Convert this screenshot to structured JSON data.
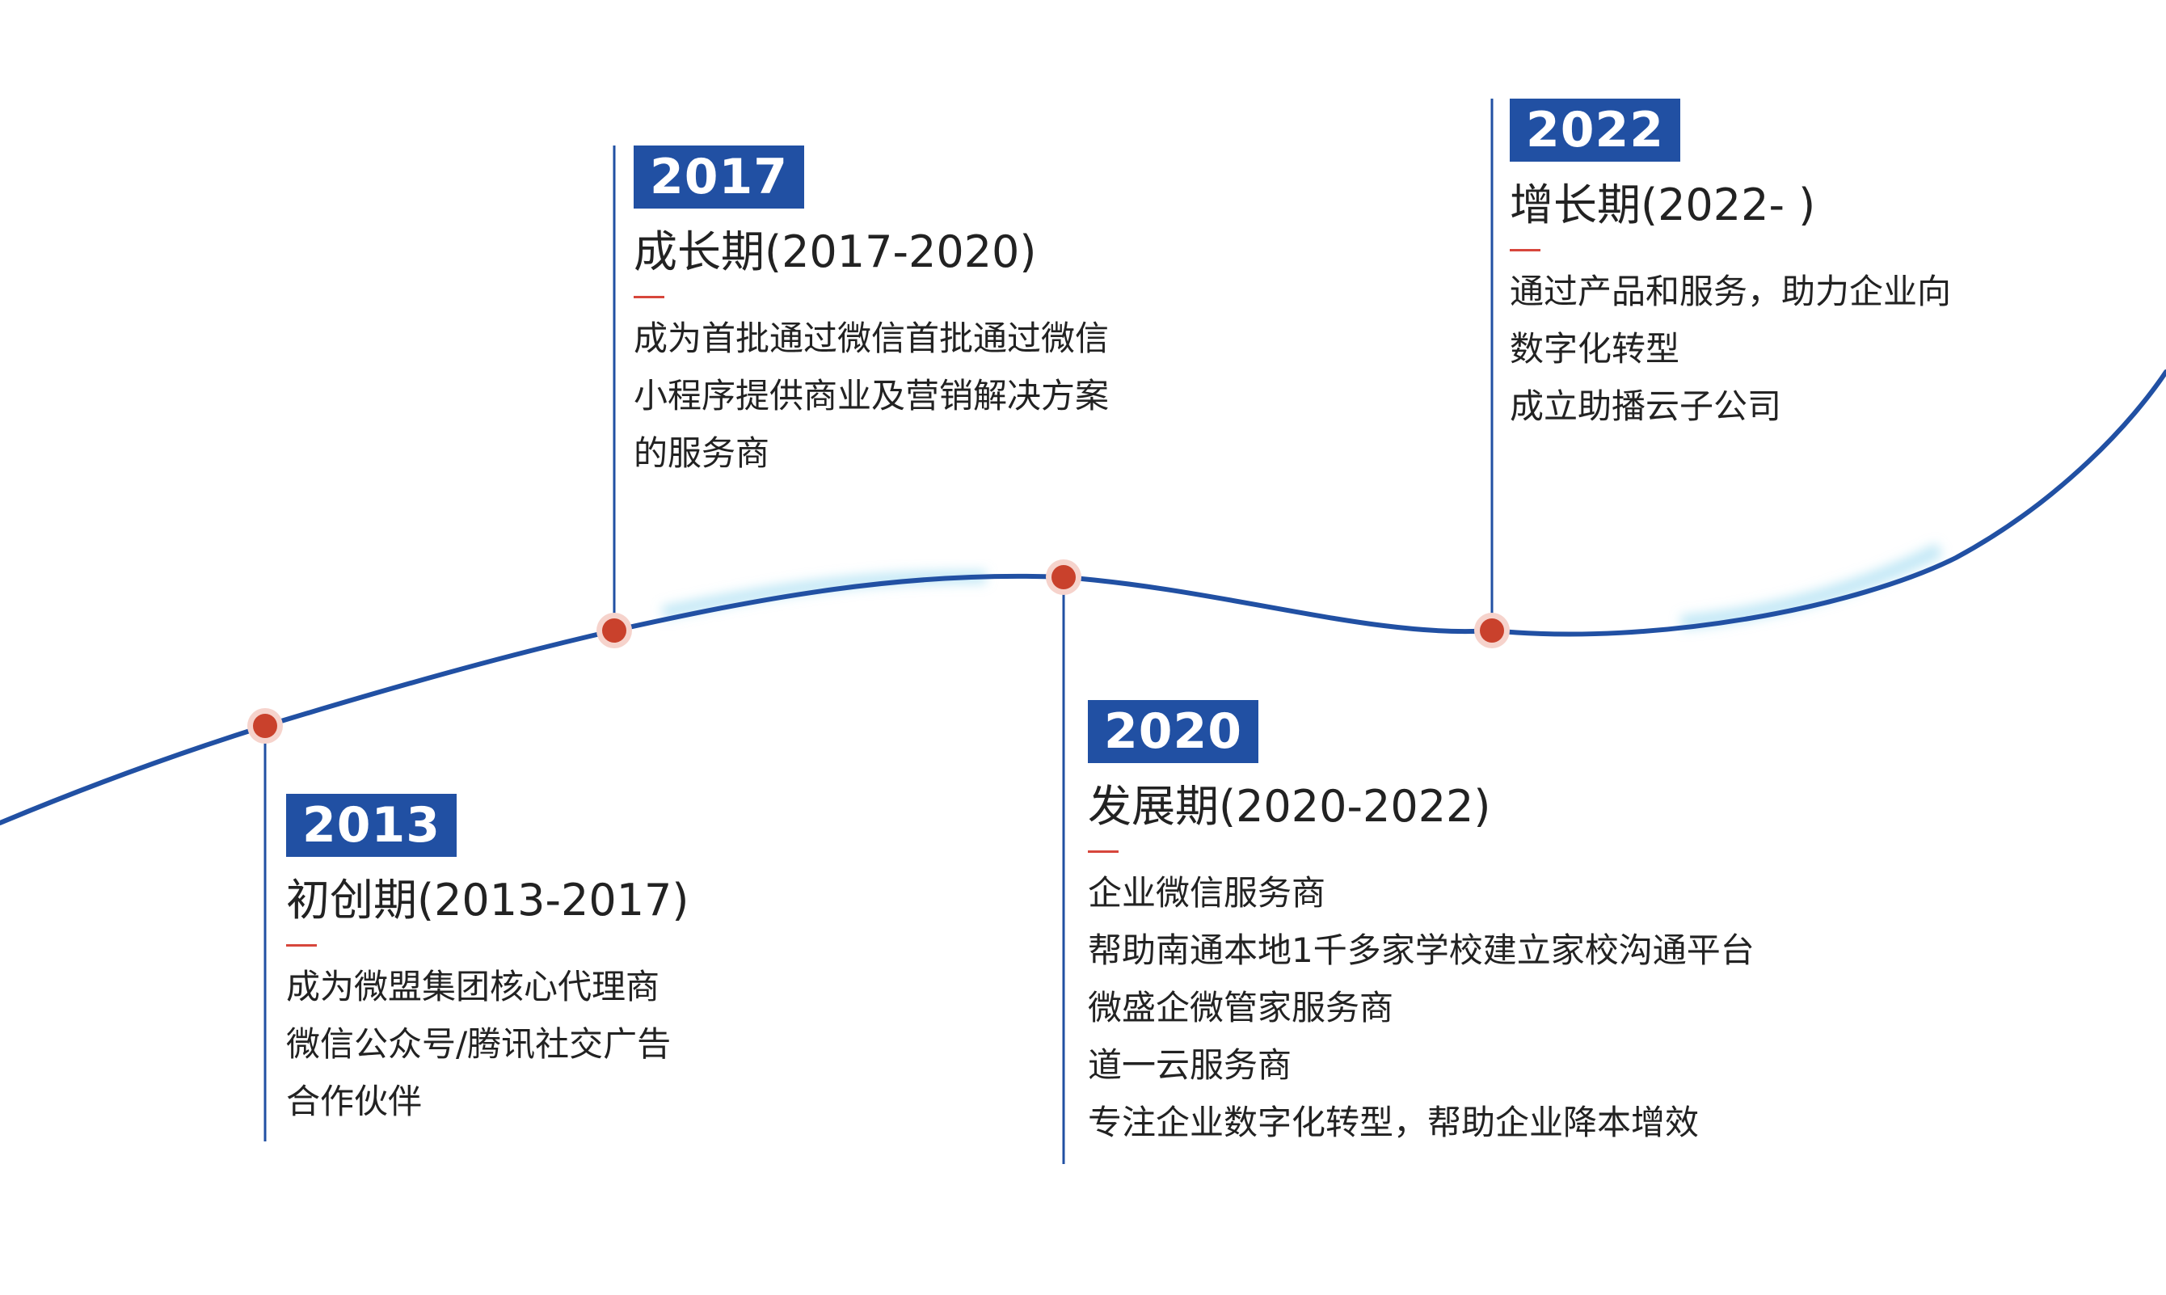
{
  "timeline": {
    "accent_color": "#2150a3",
    "dot_color": "#c9412c",
    "stages": [
      {
        "year": "2013",
        "title": "初创期(2013-2017)",
        "lines": [
          "成为微盟集团核心代理商",
          "微信公众号/腾讯社交广告",
          "合作伙伴"
        ]
      },
      {
        "year": "2017",
        "title": "成长期(2017-2020)",
        "lines": [
          "成为首批通过微信首批通过微信",
          "小程序提供商业及营销解决方案",
          "的服务商"
        ]
      },
      {
        "year": "2020",
        "title": "发展期(2020-2022)",
        "lines": [
          "企业微信服务商",
          "帮助南通本地1千多家学校建立家校沟通平台",
          "微盛企微管家服务商",
          "道一云服务商",
          "专注企业数字化转型，帮助企业降本增效"
        ]
      },
      {
        "year": "2022",
        "title": "增长期(2022- )",
        "lines": [
          "通过产品和服务，助力企业向",
          "数字化转型",
          "成立助播云子公司"
        ]
      }
    ]
  }
}
